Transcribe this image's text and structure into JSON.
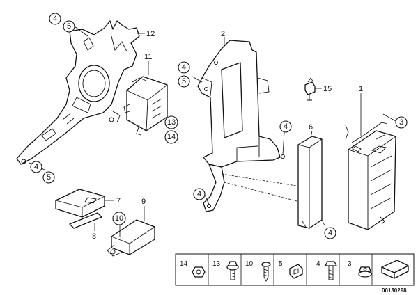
{
  "callouts": {
    "c4_a": "4",
    "c5_a": "5",
    "c4_b": "4",
    "c5_b": "5",
    "c4_c": "4",
    "c5_c": "5",
    "c4_d": "4",
    "c4_e": "4",
    "c4_f": "4",
    "c3": "3",
    "c13": "13",
    "c14": "14",
    "c10": "10"
  },
  "labels": {
    "l12": "12",
    "l11": "11",
    "l2": "2",
    "l15": "15",
    "l1": "1",
    "l6": "6",
    "l7": "7",
    "l8": "8",
    "l9": "9"
  },
  "hardware_strip": {
    "items": [
      {
        "label": "14",
        "part": "hex-nut"
      },
      {
        "label": "13",
        "part": "hex-bolt-with-washer"
      },
      {
        "label": "10",
        "part": "self-tapping-screw"
      },
      {
        "label": "5",
        "part": "spring-nut-clip"
      },
      {
        "label": "4",
        "part": "hex-bolt"
      },
      {
        "label": "3",
        "part": "flange-nut"
      }
    ]
  },
  "document_id": "00130298"
}
